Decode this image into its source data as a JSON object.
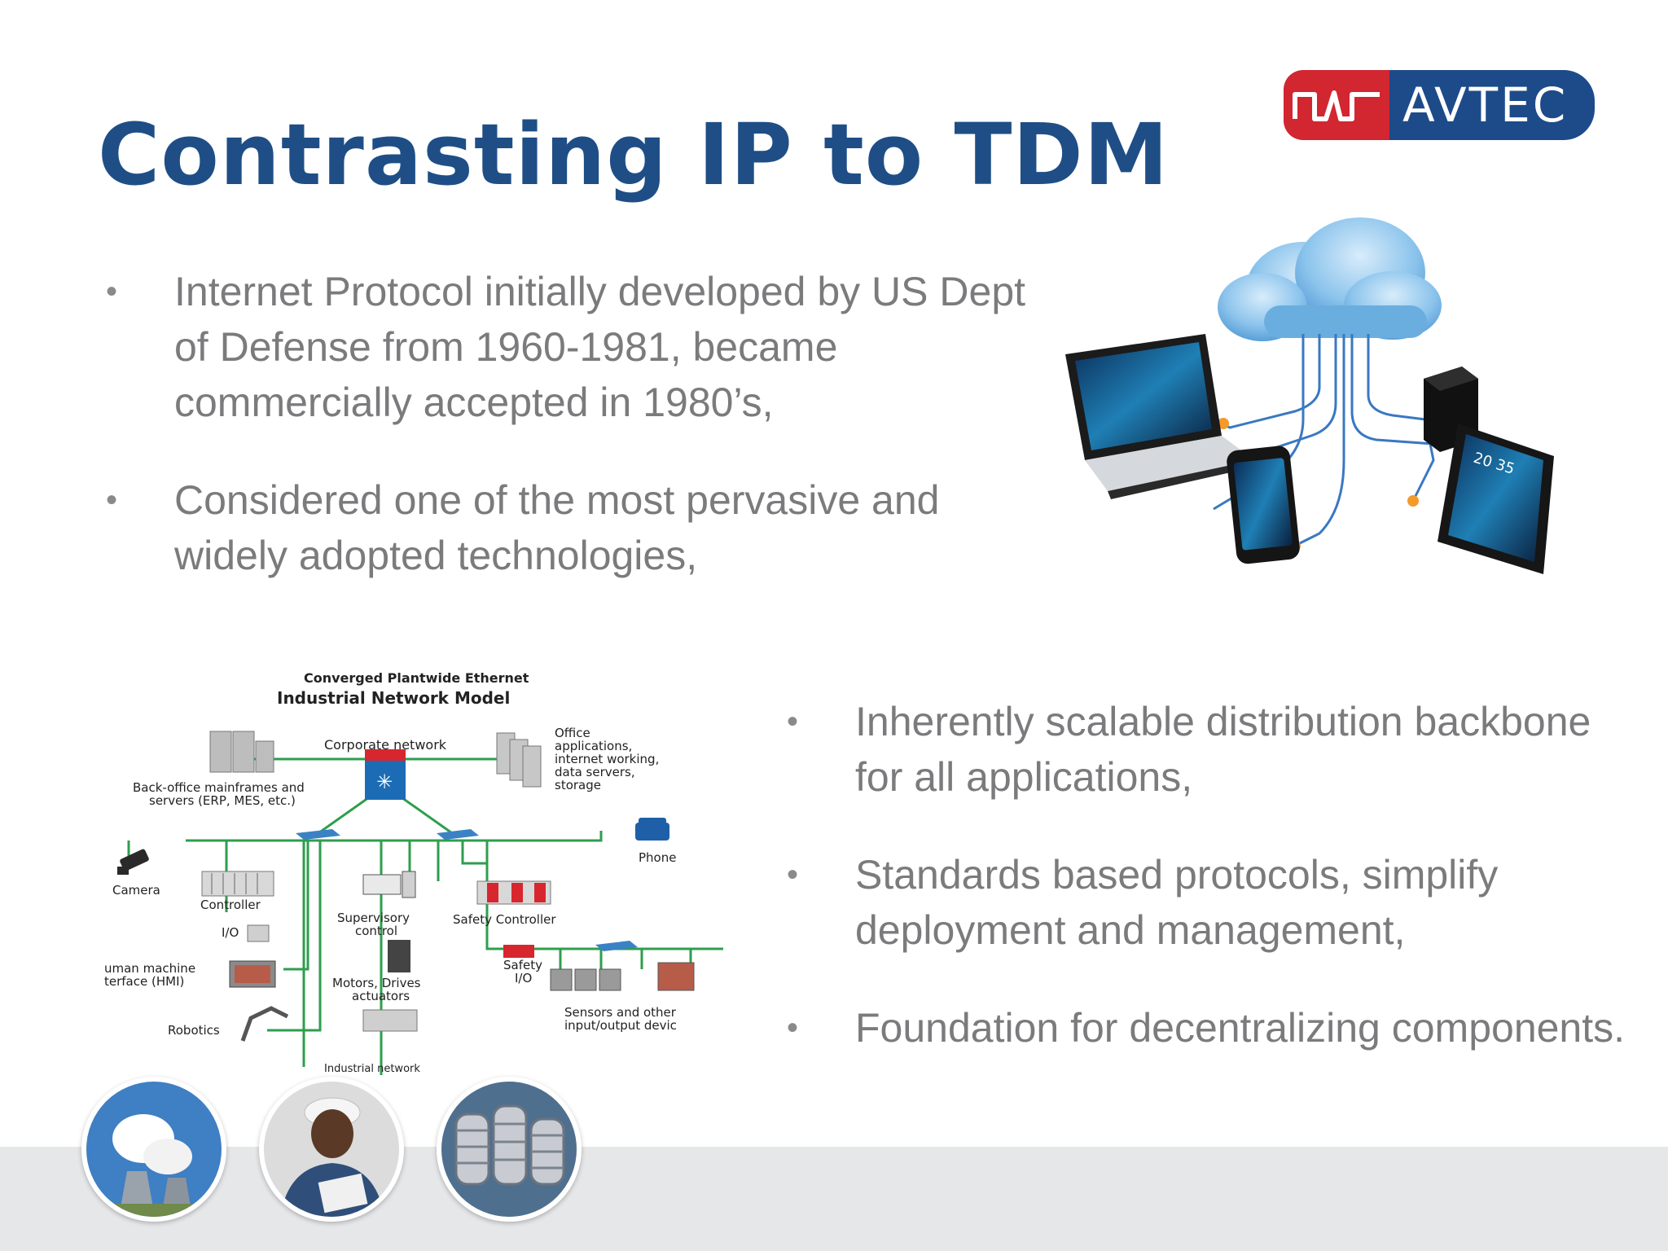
{
  "slide": {
    "title": "Contrasting IP to TDM",
    "logo": {
      "text": "AVTEC",
      "colors": {
        "red": "#d22630",
        "blue": "#1d4b8a"
      }
    },
    "bullets_top": [
      "Internet Protocol initially developed by US Dept of Defense from 1960-1981, became commercially accepted in 1980’s,",
      "Considered one of the most pervasive and widely adopted technologies,"
    ],
    "bullets_bottom": [
      "Inherently scalable distribution backbone for all applications,",
      "Standards based protocols, simplify deployment and management,",
      "Foundation for decentralizing components."
    ],
    "bullet_glyph": "•",
    "title_color": "#1f4e86",
    "body_text_color": "#7b7b7d"
  },
  "diagram": {
    "subtitle": "Converged Plantwide Ethernet",
    "title": "Industrial Network Model",
    "labels": {
      "corporate_network": "Corporate network",
      "backoffice_1": "Back-office mainframes and",
      "backoffice_2": "servers (ERP, MES, etc.)",
      "office_1": "Office",
      "office_2": "applications,",
      "office_3": "internet working,",
      "office_4": "data servers,",
      "office_5": "storage",
      "phone": "Phone",
      "camera": "Camera",
      "controller": "Controller",
      "io": "I/O",
      "hmi_1": "uman machine",
      "hmi_2": "terface (HMI)",
      "supervisory_1": "Supervisory",
      "supervisory_2": "control",
      "safety_controller": "Safety Controller",
      "safety_io_1": "Safety",
      "safety_io_2": "I/O",
      "motors_1": "Motors, Drives",
      "motors_2": "actuators",
      "sensors_1": "Sensors and other",
      "sensors_2": "input/output devic",
      "robotics": "Robotics",
      "industrial_network": "Industrial network"
    }
  },
  "images": {
    "cloud_devices": "cloud-devices-illustration",
    "photos": [
      "power-plant-cooling-towers-photo",
      "industrial-worker-hardhat-photo",
      "turbine-machinery-photo"
    ]
  }
}
